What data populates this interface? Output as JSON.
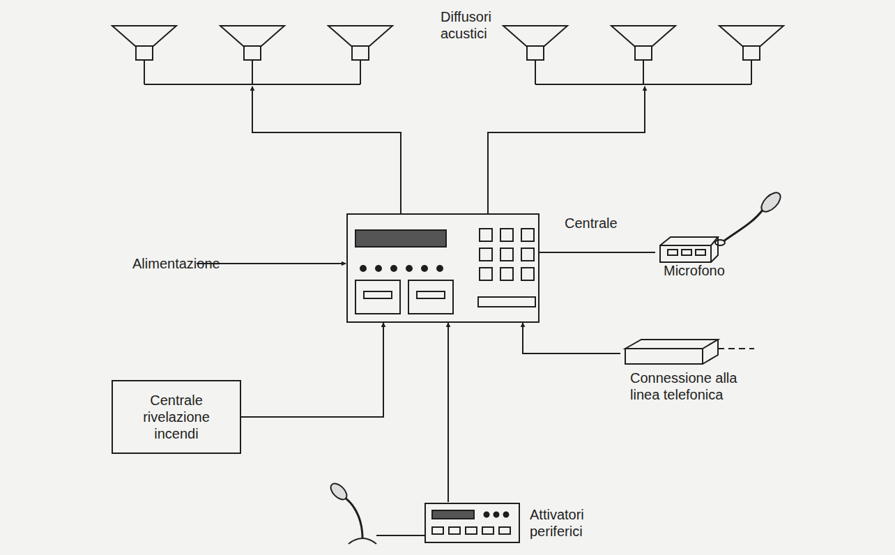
{
  "diagram": {
    "nodes": [
      {
        "text": [
          "Centrale"
        ]
      },
      {
        "text": [
          "Microfono"
        ]
      },
      {
        "text": [
          "Centrale rivelazione incendi"
        ]
      },
      {
        "text": [
          "Connessione alla linea telefonica"
        ]
      },
      {
        "text": [
          "Attivatori periferici"
        ]
      }
    ],
    "edges": [
      {
        "from": 1,
        "to": 0,
        "arrow": "none"
      },
      {
        "from": 2,
        "to": 0,
        "arrow": "to"
      },
      {
        "from": 4,
        "to": 0,
        "arrow": "to"
      },
      {
        "from": 3,
        "to": 0,
        "arrow": "to"
      }
    ],
    "labels": [
      "Diffusori acustici",
      "Alimentazione"
    ]
  }
}
